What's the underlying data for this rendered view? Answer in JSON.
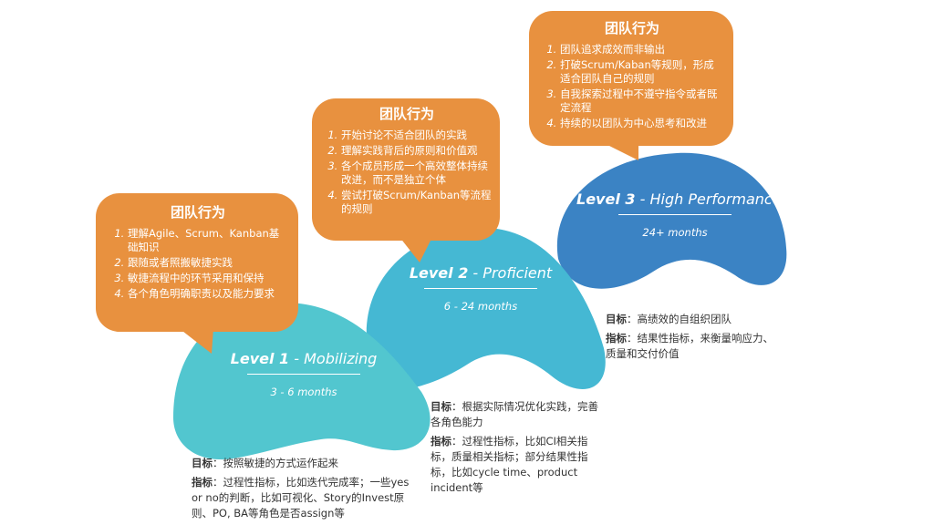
{
  "callouts": [
    {
      "title": "团队行为",
      "items": [
        "理解Agile、Scrum、Kanban基础知识",
        "跟随或者照搬敏捷实践",
        "敏捷流程中的环节采用和保持",
        "各个角色明确职责以及能力要求"
      ]
    },
    {
      "title": "团队行为",
      "items": [
        "开始讨论不适合团队的实践",
        "理解实践背后的原则和价值观",
        "各个成员形成一个高效整体持续改进，而不是独立个体",
        "尝试打破Scrum/Kanban等流程的规则"
      ]
    },
    {
      "title": "团队行为",
      "items": [
        "团队追求成效而非输出",
        "打破Scrum/Kaban等规则，形成适合团队自己的规则",
        "自我探索过程中不遵守指令或者既定流程",
        "持续的以团队为中心思考和改进"
      ]
    }
  ],
  "levels": [
    {
      "name": "Level 1",
      "label": "Mobilizing",
      "duration": "3 - 6 months"
    },
    {
      "name": "Level 2",
      "label": "Proficient",
      "duration": "6 - 24 months"
    },
    {
      "name": "Level 3",
      "label": "High Performance",
      "duration": "24+ months"
    }
  ],
  "descriptions": [
    {
      "goal_key": "目标",
      "goal": "按照敏捷的方式运作起来",
      "metric_key": "指标",
      "metric": "过程性指标，比如迭代完成率；一些yes or no的判断，比如可视化、Story的Invest原则、PO, BA等角色是否assign等"
    },
    {
      "goal_key": "目标",
      "goal": "根据实际情况优化实践，完善各角色能力",
      "metric_key": "指标",
      "metric": "过程性指标，比如CI相关指标，质量相关指标；部分结果性指标，比如cycle time、product incident等"
    },
    {
      "goal_key": "目标",
      "goal": "高绩效的自组织团队",
      "metric_key": "指标",
      "metric": "结果性指标，来衡量响应力、质量和交付价值"
    }
  ],
  "colors": {
    "orange": "#e8913f",
    "teal_light": "#52c6cf",
    "teal": "#3fb0cf",
    "blue": "#3b83c4"
  },
  "separator": " - "
}
